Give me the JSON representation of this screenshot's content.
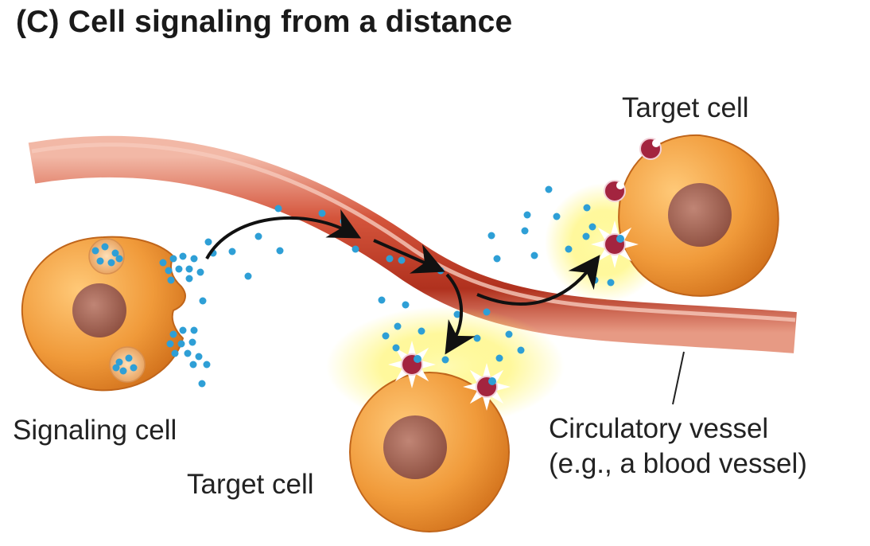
{
  "title": "(C)  Cell signaling from a distance",
  "labels": {
    "target_cell_top": "Target cell",
    "signaling_cell": "Signaling cell",
    "target_cell_bottom": "Target cell",
    "vessel_line1": "Circulatory vessel",
    "vessel_line2": "(e.g., a blood vessel)"
  },
  "colors": {
    "cell_body": "#e8862a",
    "nucleus": "#9c5a4a",
    "vessel": "#c9412b",
    "signal_molecule": "#2e9fd6",
    "receptor": "#a3243f",
    "glow": "#fff34d"
  },
  "icons": [
    "curved-arrow-icon",
    "signal-molecule-icon",
    "receptor-icon"
  ]
}
